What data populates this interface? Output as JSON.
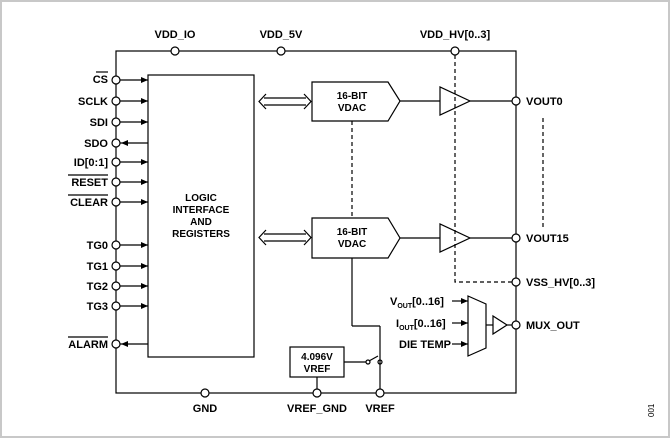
{
  "supplies": {
    "vdd_io": "VDD_IO",
    "vdd_5v": "VDD_5V",
    "vdd_hv": "VDD_HV[0..3]",
    "vss_hv": "VSS_HV[0..3]",
    "gnd": "GND",
    "vref_gnd": "VREF_GND",
    "vref": "VREF"
  },
  "left_pins": {
    "cs": "CS",
    "sclk": "SCLK",
    "sdi": "SDI",
    "sdo": "SDO",
    "id": "ID[0:1]",
    "reset": "RESET",
    "clear": "CLEAR",
    "tg0": "TG0",
    "tg1": "TG1",
    "tg2": "TG2",
    "tg3": "TG3",
    "alarm": "ALARM"
  },
  "right_pins": {
    "vout0": "VOUT0",
    "vout15": "VOUT15",
    "mux_out": "MUX_OUT"
  },
  "logic_block": {
    "line1": "LOGIC",
    "line2": "INTERFACE",
    "line3": "AND",
    "line4": "REGISTERS"
  },
  "vdac_top": {
    "line1": "16-BIT",
    "line2": "VDAC"
  },
  "vdac_bottom": {
    "line1": "16-BIT",
    "line2": "VDAC"
  },
  "vref_block": {
    "line1": "4.096V",
    "line2": "VREF"
  },
  "mux_inputs": {
    "vout_main": "V",
    "vout_sub": "OUT",
    "vout_range": "[0..16]",
    "iout_main": "I",
    "iout_sub": "OUT",
    "iout_range": "[0..16]",
    "die_temp": "DIE TEMP"
  },
  "figure_number": "001"
}
